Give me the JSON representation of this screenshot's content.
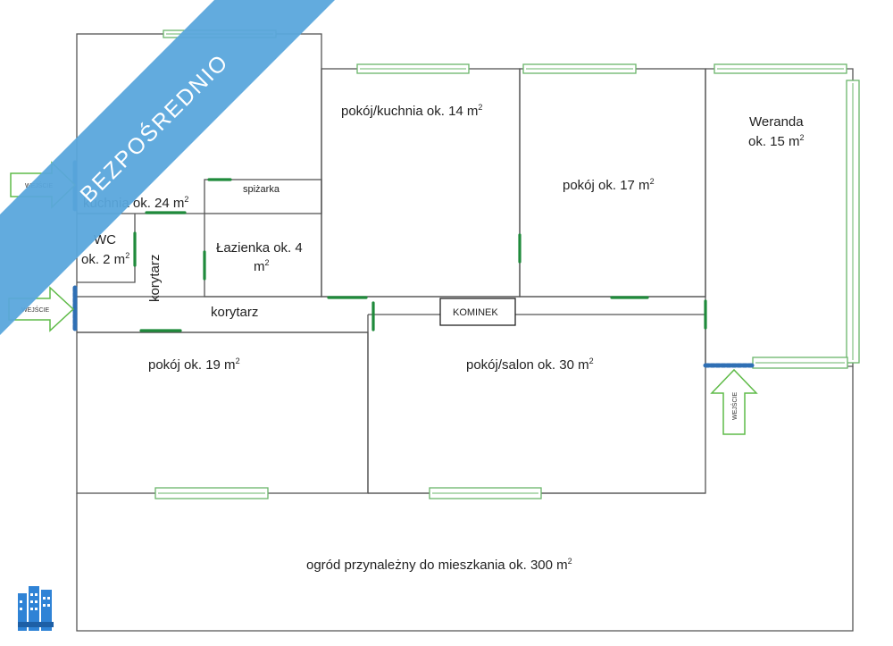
{
  "colors": {
    "wall": "#555555",
    "window": "#6ab56a",
    "door": "#1f8a3b",
    "entrance_door": "#2f6fb4",
    "arrow": "#5fbb48",
    "banner": "#5aa6dc"
  },
  "banner": {
    "text": "BEZPOŚREDNIO"
  },
  "rooms": {
    "kuchnia_kitchen": {
      "line1": "pokój/kuchnia ok. 14 m",
      "sup": "2"
    },
    "room17": {
      "line1": "pokój ok. 17 m",
      "sup": "2"
    },
    "weranda": {
      "line1": "Weranda",
      "line2": "ok. 15 m",
      "sup": "2"
    },
    "kuchnia": {
      "line1": "kuchnia ok. 24 m",
      "sup": "2"
    },
    "spizarka": {
      "line1": "spiżarka"
    },
    "wc": {
      "line1": "WC",
      "line2": "ok. 2 m",
      "sup": "2"
    },
    "lazienka": {
      "line1": "Łazienka ok. 4",
      "line2": "m",
      "sup": "2"
    },
    "korytarz_v": {
      "line1": "korytarz"
    },
    "korytarz_h": {
      "line1": "korytarz"
    },
    "kominek": {
      "line1": "KOMINEK"
    },
    "room19": {
      "line1": "pokój ok. 19 m",
      "sup": "2"
    },
    "salon": {
      "line1": "pokój/salon ok. 30 m",
      "sup": "2"
    },
    "garden": {
      "line1": "ogród przynależny do mieszkania ok. 300 m",
      "sup": "2"
    }
  },
  "entrances": {
    "left_top": "WEJŚCIE",
    "left_bottom": "WEJŚCIE",
    "right": "WEJŚCIE"
  },
  "logo": {
    "icon": "building-logo-icon"
  }
}
